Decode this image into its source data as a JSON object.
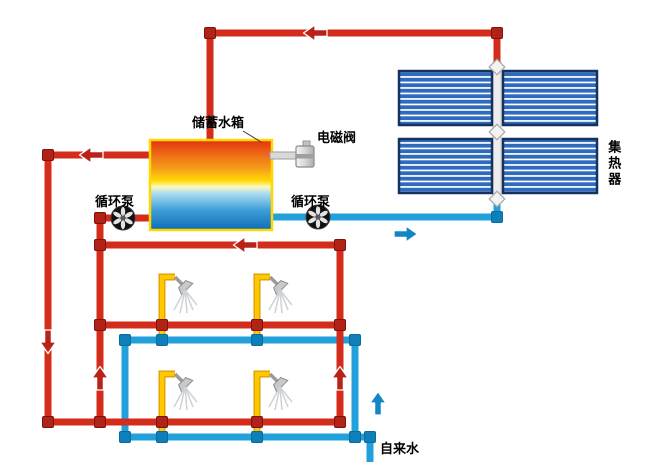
{
  "diagram": {
    "labels": {
      "storage_tank": "储蓄水箱",
      "solenoid_valve": "电磁阀",
      "left_pump": "循环泵",
      "right_pump": "循环泵",
      "collector": "集热器",
      "tap_water": "自来水"
    },
    "colors": {
      "hot_pipe": "#d42c1b",
      "hot_fitting": "#b02318",
      "hot_arrow": "#b92218",
      "cold_pipe": "#21a0dc",
      "cold_fitting": "#0e7fb8",
      "cold_arrow": "#1286c4",
      "shower_pipe": "#ffc400",
      "collector_tube": "#2e6bbf",
      "tank_border": "#ffd800"
    },
    "icons": {
      "pump": "fan-in-circle",
      "solenoid_valve": "gray-cylinder-valve",
      "shower": "shower-head-with-spray",
      "flow_arrow": "block-arrow",
      "collector_connector": "diamond-union"
    }
  }
}
